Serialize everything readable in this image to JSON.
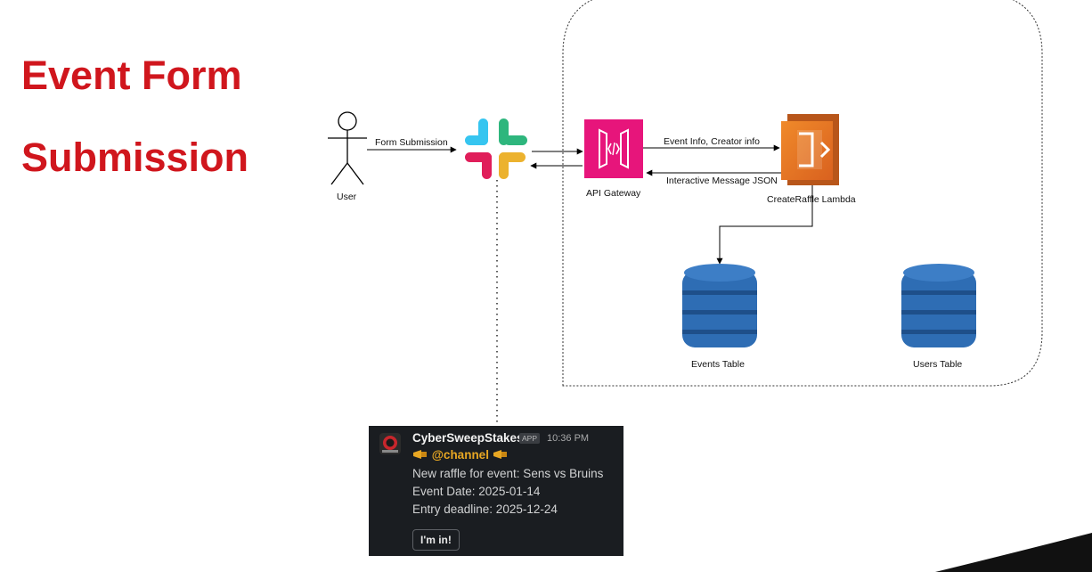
{
  "title": {
    "line1": "Event Form",
    "line2": "Submission"
  },
  "actors": {
    "user": "User"
  },
  "nodes": {
    "api_gateway": "API Gateway",
    "lambda": "CreateRaffle Lambda",
    "events_table": "Events Table",
    "users_table": "Users Table"
  },
  "edges": {
    "form_submission": "Form Submission",
    "event_info": "Event Info, Creator info",
    "interactive_message": "Interactive Message JSON"
  },
  "slack_message": {
    "app_name": "CyberSweepStakes",
    "app_badge": "APP",
    "time": "10:36 PM",
    "mention": "@channel",
    "line1": "New raffle for event: Sens vs Bruins",
    "line2": "Event Date: 2025-01-14",
    "line3": "Entry deadline: 2025-12-24",
    "button": "I'm in!"
  },
  "colors": {
    "title": "#d0161d",
    "api_gateway": "#e7157b",
    "lambda": "#e8772b",
    "dynamodb": "#2e6db4",
    "slack_bg": "#1a1d21",
    "mention": "#e8a723"
  },
  "icons": [
    "user-stick-figure-icon",
    "slack-logo-icon",
    "api-gateway-icon",
    "lambda-icon",
    "dynamodb-icon"
  ]
}
